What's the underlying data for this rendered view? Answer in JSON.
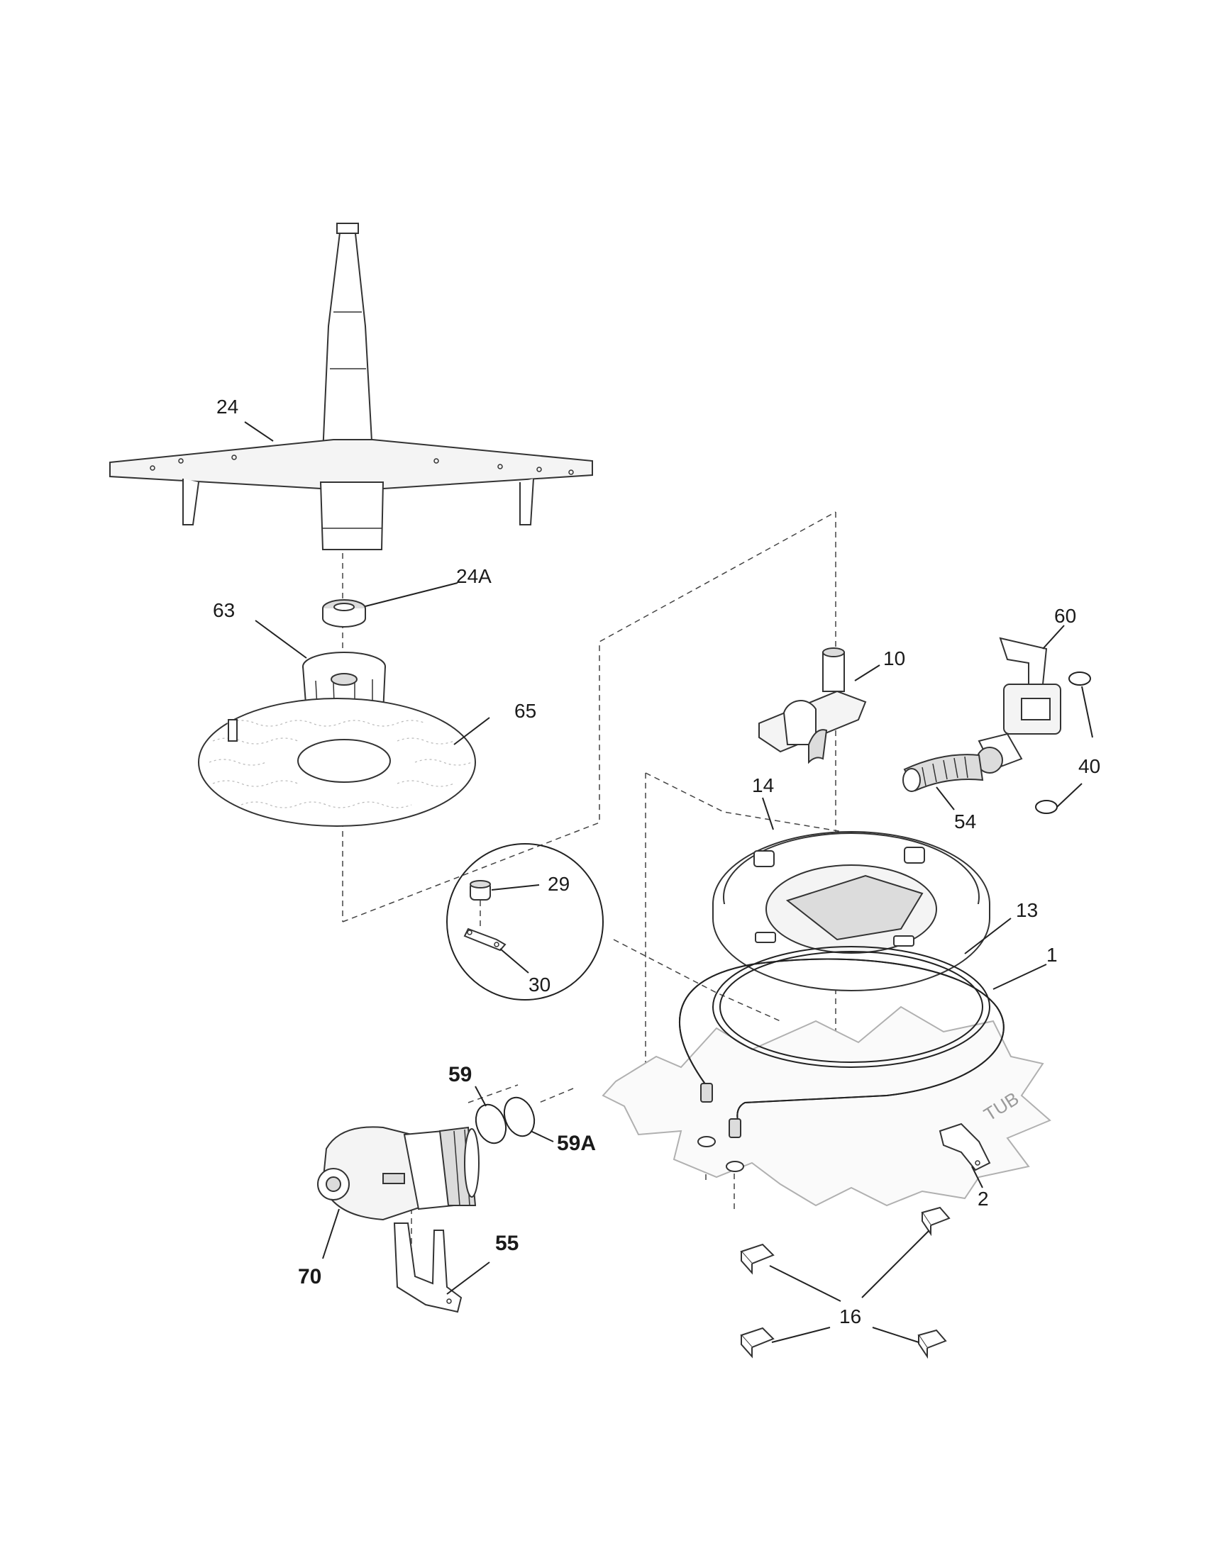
{
  "labels": {
    "p1": "1",
    "p2": "2",
    "p10": "10",
    "p13": "13",
    "p14": "14",
    "p16": "16",
    "p24": "24",
    "p24a": "24A",
    "p29": "29",
    "p30": "30",
    "p40": "40",
    "p54": "54",
    "p55": "55",
    "p59": "59",
    "p59a": "59A",
    "p60": "60",
    "p63": "63",
    "p65": "65",
    "p70": "70",
    "tub": "TUB"
  }
}
